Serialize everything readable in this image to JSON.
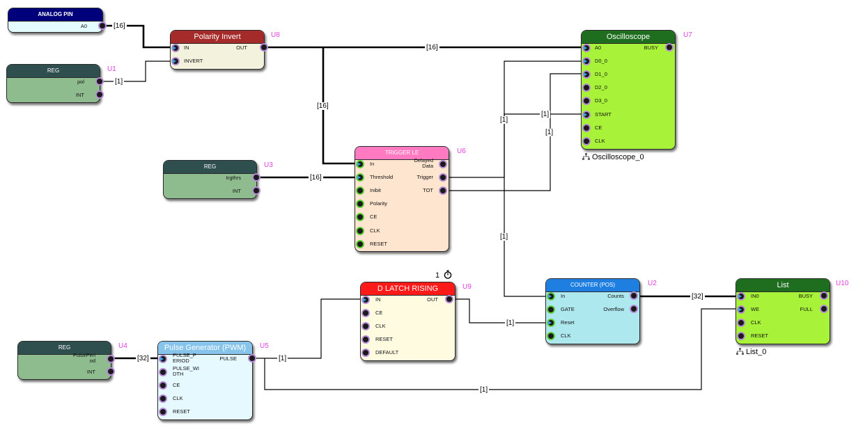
{
  "blocks": {
    "analog_pin": {
      "title": "ANALOG PIN",
      "out": "A0"
    },
    "u1": {
      "title": "REG",
      "id": "U1",
      "out1": "pol",
      "out2": "INT"
    },
    "u8": {
      "title": "Polarity Invert",
      "id": "U8",
      "in1": "IN",
      "in2": "INVERT",
      "out": "OUT"
    },
    "u7": {
      "title": "Oscilloscope",
      "id": "U7",
      "instance": "Oscilloscope_0",
      "inputs": [
        "A0",
        "D0_0",
        "D1_0",
        "D2_0",
        "D3_0",
        "START",
        "CE",
        "CLK"
      ],
      "out": "BUSY"
    },
    "u3": {
      "title": "REG",
      "id": "U3",
      "out1": "trgthrs",
      "out2": "INT"
    },
    "u6": {
      "title": "TRIGGER LE",
      "id": "U6",
      "inputs": [
        "In",
        "Threshold",
        "Inibit",
        "Polarity",
        "CE",
        "CLK",
        "RESET"
      ],
      "outputs": [
        "Delayed Data",
        "Trigger",
        "TOT"
      ]
    },
    "u9": {
      "title": "D LATCH RISING",
      "id": "U9",
      "timer": "1",
      "inputs": [
        "IN",
        "CE",
        "CLK",
        "RESET",
        "DEFAULT"
      ],
      "out": "OUT"
    },
    "u2": {
      "title": "COUNTER (POS)",
      "id": "U2",
      "inputs": [
        "In",
        "GATE",
        "Reset",
        "CLK"
      ],
      "outputs": [
        "Counts",
        "Overflow"
      ]
    },
    "u10": {
      "title": "List",
      "id": "U10",
      "instance": "List_0",
      "inputs": [
        "IN0",
        "WE",
        "CLK",
        "RESET"
      ],
      "outputs": [
        "BUSY",
        "FULL"
      ]
    },
    "u4": {
      "title": "REG",
      "id": "U4",
      "out1": "PulsePeriod",
      "out2": "INT"
    },
    "u5": {
      "title": "Pulse Generator (PWM)",
      "id": "U5",
      "inputs": [
        "PULSE_PERIOD",
        "PULSE_WIDTH",
        "CE",
        "CLK",
        "RESET"
      ],
      "out": "PULSE"
    }
  },
  "wire_labels": {
    "a0_bus": "[16]",
    "pol": "[1]",
    "u8_osc": "[16]",
    "u8_trig": "[16]",
    "thr": "[16]",
    "start": "[1]",
    "d1": "[1]",
    "d0": "[1]",
    "counter_in": "[1]",
    "counts": "[32]",
    "latch_reset": "[1]",
    "pulse_latch": "[1]",
    "period": "[32]",
    "pulse_we": "[1]"
  },
  "colors": {
    "navy": "#00007a",
    "dark_red": "#a52a2a",
    "dark_green": "#1f6e1f",
    "lime": "#a8f23a",
    "reg_header": "#2f4f4f",
    "reg_body": "#8fbc8f",
    "pink": "#ff7ac0",
    "red": "#ff1a1a",
    "blue": "#1e7fe0",
    "cyan_body": "#aee8ef",
    "sky": "#87c4ec",
    "uid": "#e040e0"
  }
}
